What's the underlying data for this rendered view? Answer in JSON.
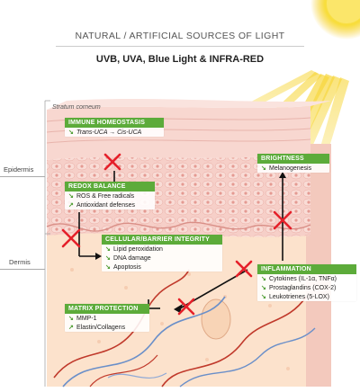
{
  "header": {
    "title": "NATURAL / ARTIFICIAL SOURCES OF LIGHT",
    "subtitle": "UVB, UVA, Blue Light & INFRA-RED"
  },
  "labels": {
    "stratum": "Stratum corneum",
    "epidermis": "Epidermis",
    "dermis": "Dermis"
  },
  "boxes": {
    "immune": {
      "title": "IMMUNE HOMEOSTASIS",
      "items": [
        {
          "arrow": "down",
          "text": "Trans-UCA → Cis-UCA"
        }
      ]
    },
    "redox": {
      "title": "REDOX BALANCE",
      "items": [
        {
          "arrow": "down",
          "text": "ROS & Free radicals"
        },
        {
          "arrow": "up",
          "text": "Antioxidant defenses"
        }
      ]
    },
    "cellular": {
      "title": "CELLULAR/BARRIER INTEGRITY",
      "items": [
        {
          "arrow": "down",
          "text": "Lipid peroxidation"
        },
        {
          "arrow": "down",
          "text": "DNA damage"
        },
        {
          "arrow": "down",
          "text": "Apoptosis"
        }
      ]
    },
    "brightness": {
      "title": "BRIGHTNESS",
      "items": [
        {
          "arrow": "down",
          "text": "Melanogenesis"
        }
      ]
    },
    "inflammation": {
      "title": "INFLAMMATION",
      "items": [
        {
          "arrow": "down",
          "text": "Cytokines (IL-1α, TNFα)"
        },
        {
          "arrow": "down",
          "text": "Prostaglandins (COX-2)"
        },
        {
          "arrow": "down",
          "text": "Leukotrienes (5-LOX)"
        }
      ]
    },
    "matrix": {
      "title": "MATRIX PROTECTION",
      "items": [
        {
          "arrow": "down",
          "text": "MMP-1"
        },
        {
          "arrow": "up",
          "text": "Elastin/Collagens"
        }
      ]
    }
  },
  "colors": {
    "title_green": "#5cab3a",
    "arrow_green": "#4a9a2e",
    "cross_red": "#e5202a",
    "sun_yellow": "#f6d11f",
    "skin_pink": "#f3c3bd",
    "dermis": "#fce3cf",
    "vessel_red": "#c0392b",
    "vessel_blue": "#6a8fc9"
  }
}
